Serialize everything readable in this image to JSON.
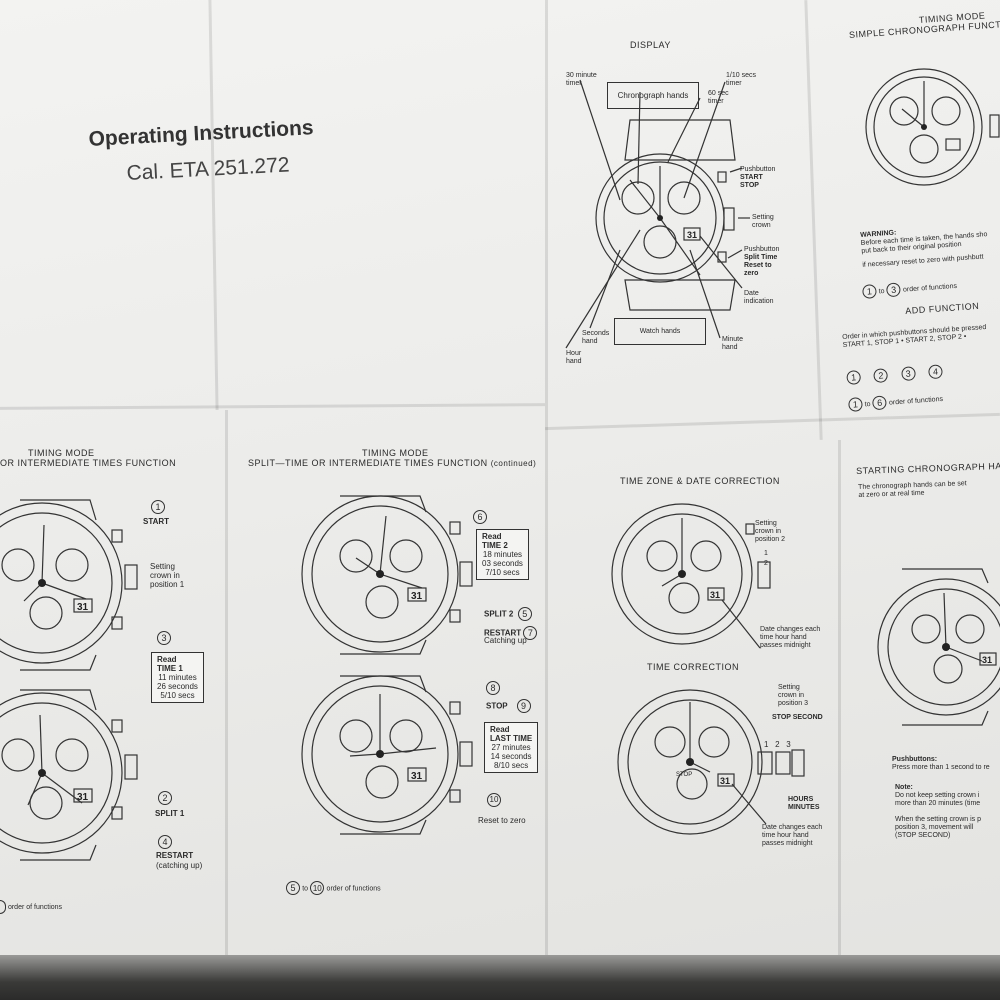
{
  "title": {
    "line1": "Operating Instructions",
    "line2": "Cal. ETA  251.272"
  },
  "display": {
    "header": "DISPLAY",
    "chronograph_hands": "Chronograph hands",
    "watch_hands": "Watch hands",
    "min30_a": "30 minute",
    "min30_b": "timer",
    "tenth_a": "1/10 secs",
    "tenth_b": "timer",
    "sec60_a": "60 sec",
    "sec60_b": "timer",
    "pb_a": "Pushbutton",
    "pb_b": "START",
    "pb_c": "STOP",
    "crown_a": "Setting",
    "crown_b": "crown",
    "pb2_a": "Pushbutton",
    "pb2_b": "Split Time",
    "pb2_c": "Reset to",
    "pb2_d": "zero",
    "date_a": "Date",
    "date_b": "indication",
    "seconds_a": "Seconds",
    "seconds_b": "hand",
    "hour_a": "Hour",
    "hour_b": "hand",
    "minute_a": "Minute",
    "minute_b": "hand"
  },
  "simple": {
    "header1": "TIMING MODE",
    "header2": "SIMPLE CHRONOGRAPH FUNCTIO",
    "warning": "WARNING:",
    "w1": "Before each time is taken, the hands sho",
    "w2": "put back to their original position",
    "w3": "if necessary reset to zero with pushbutt",
    "order_a": "1",
    "order_to": "to",
    "order_b": "3",
    "order_text": "order of functions",
    "add_header": "ADD FUNCTION",
    "add1": "Order in which pushbuttons should be pressed",
    "add2": "START 1, STOP 1 • START 2, STOP 2 •",
    "c1": "1",
    "c2": "2",
    "c3": "3",
    "c4": "4",
    "order2_a": "1",
    "order2_b": "6",
    "order2_text": "order of functions"
  },
  "left": {
    "header1": "TIMING MODE",
    "header2": "OR INTERMEDIATE TIMES FUNCTION",
    "n1": "1",
    "start": "START",
    "crown_a": "Setting",
    "crown_b": "crown in",
    "crown_c": "position 1",
    "n3": "3",
    "read": "Read",
    "time1": "TIME 1",
    "r1": "11 minutes",
    "r2": "26 seconds",
    "r3": "5/10 secs",
    "n2": "2",
    "split1": "SPLIT 1",
    "n4": "4",
    "restart": "RESTART",
    "catching": "(catching up)",
    "order_text": "order of functions",
    "date": "31"
  },
  "split": {
    "header1": "TIMING MODE",
    "header2": "SPLIT—TIME OR INTERMEDIATE TIMES FUNCTION",
    "continued": "(continued)",
    "n6": "6",
    "read": "Read",
    "time2": "TIME 2",
    "r1": "18 minutes",
    "r2": "03 seconds",
    "r3": "7/10 secs",
    "split2": "SPLIT 2",
    "n5": "5",
    "restart": "RESTART",
    "n7": "7",
    "catching": "Catching up",
    "n8": "8",
    "stop": "STOP",
    "n9": "9",
    "read2": "Read",
    "last": "LAST TIME",
    "l1": "27 minutes",
    "l2": "14 seconds",
    "l3": "8/10 secs",
    "n10": "10",
    "reset": "Reset to zero",
    "order_a": "5",
    "order_to": "to",
    "order_b": "10",
    "order_text": "order of functions",
    "date": "31"
  },
  "timezone": {
    "header": "TIME ZONE & DATE CORRECTION",
    "crown_a": "Setting",
    "crown_b": "crown in",
    "crown_c": "position 2",
    "pos_1": "1",
    "pos_2": "2",
    "d1": "Date changes each",
    "d2": "time hour hand",
    "d3": "passes midnight",
    "tc_header": "TIME CORRECTION",
    "c_a": "Setting",
    "c_b": "crown in",
    "c_c": "position 3",
    "stop_second": "STOP SECOND",
    "p1": "1",
    "p2": "2",
    "p3": "3",
    "hours": "HOURS",
    "minutes": "MINUTES",
    "e1": "Date changes each",
    "e2": "time hour hand",
    "e3": "passes midnight",
    "stop_label": "STOP",
    "date": "31"
  },
  "starting": {
    "header": "STARTING CHRONOGRAPH HANDS",
    "t1": "The chronograph hands can be set",
    "t2": "at zero or at real time",
    "pb": "Pushbuttons:",
    "pb_t": "Press more than 1 second to re",
    "note": "Note:",
    "n1": "Do not keep setting crown i",
    "n2": "more than 20 minutes (time",
    "n3": "When the setting crown is p",
    "n4": "position 3, movement will",
    "n5": "(STOP SECOND)",
    "date": "31"
  }
}
